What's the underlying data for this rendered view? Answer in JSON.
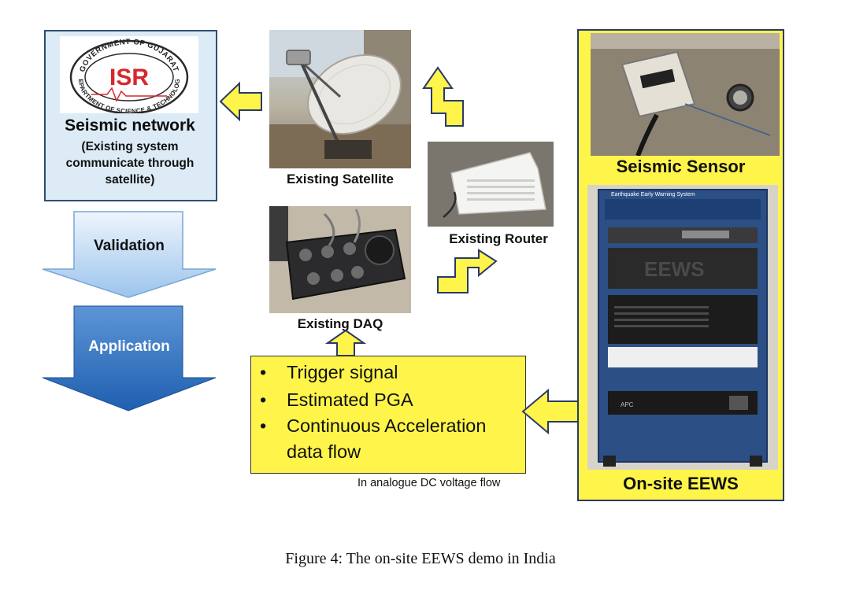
{
  "network": {
    "logo_top": "GOVERNMENT OF GUJARAT",
    "logo_bottom": "DEPARTMENT OF SCIENCE & TECHNOLOGY",
    "logo_text": "ISR",
    "title": "Seismic network",
    "subtitle_lines": [
      "(Existing system",
      "communicate through",
      "satellite)"
    ]
  },
  "flow": {
    "validation": "Validation",
    "application": "Application"
  },
  "labels": {
    "satellite": "Existing Satellite",
    "router": "Existing Router",
    "daq": "Existing DAQ",
    "sensor": "Seismic Sensor",
    "eews": "On-site EEWS"
  },
  "rack": {
    "header": "Earthquake Early Warning System",
    "panel_text": "EEWS",
    "ups_label": "APC"
  },
  "info": {
    "bullets": [
      "Trigger signal",
      "Estimated PGA",
      "Continuous Acceleration",
      "data flow"
    ],
    "note": "In analogue DC voltage flow"
  },
  "caption": "Figure 4: The on-site EEWS demo in India",
  "colors": {
    "yellow": "#fff54a",
    "arrow_yellow": "#fff54a",
    "arrow_border": "#2a3a6b",
    "validation_top": "#eef5fd",
    "validation_bottom": "#9cc4ec",
    "application_top": "#5d95d6",
    "application_bottom": "#1f5fb0",
    "network_bg": "#dcebf5"
  }
}
